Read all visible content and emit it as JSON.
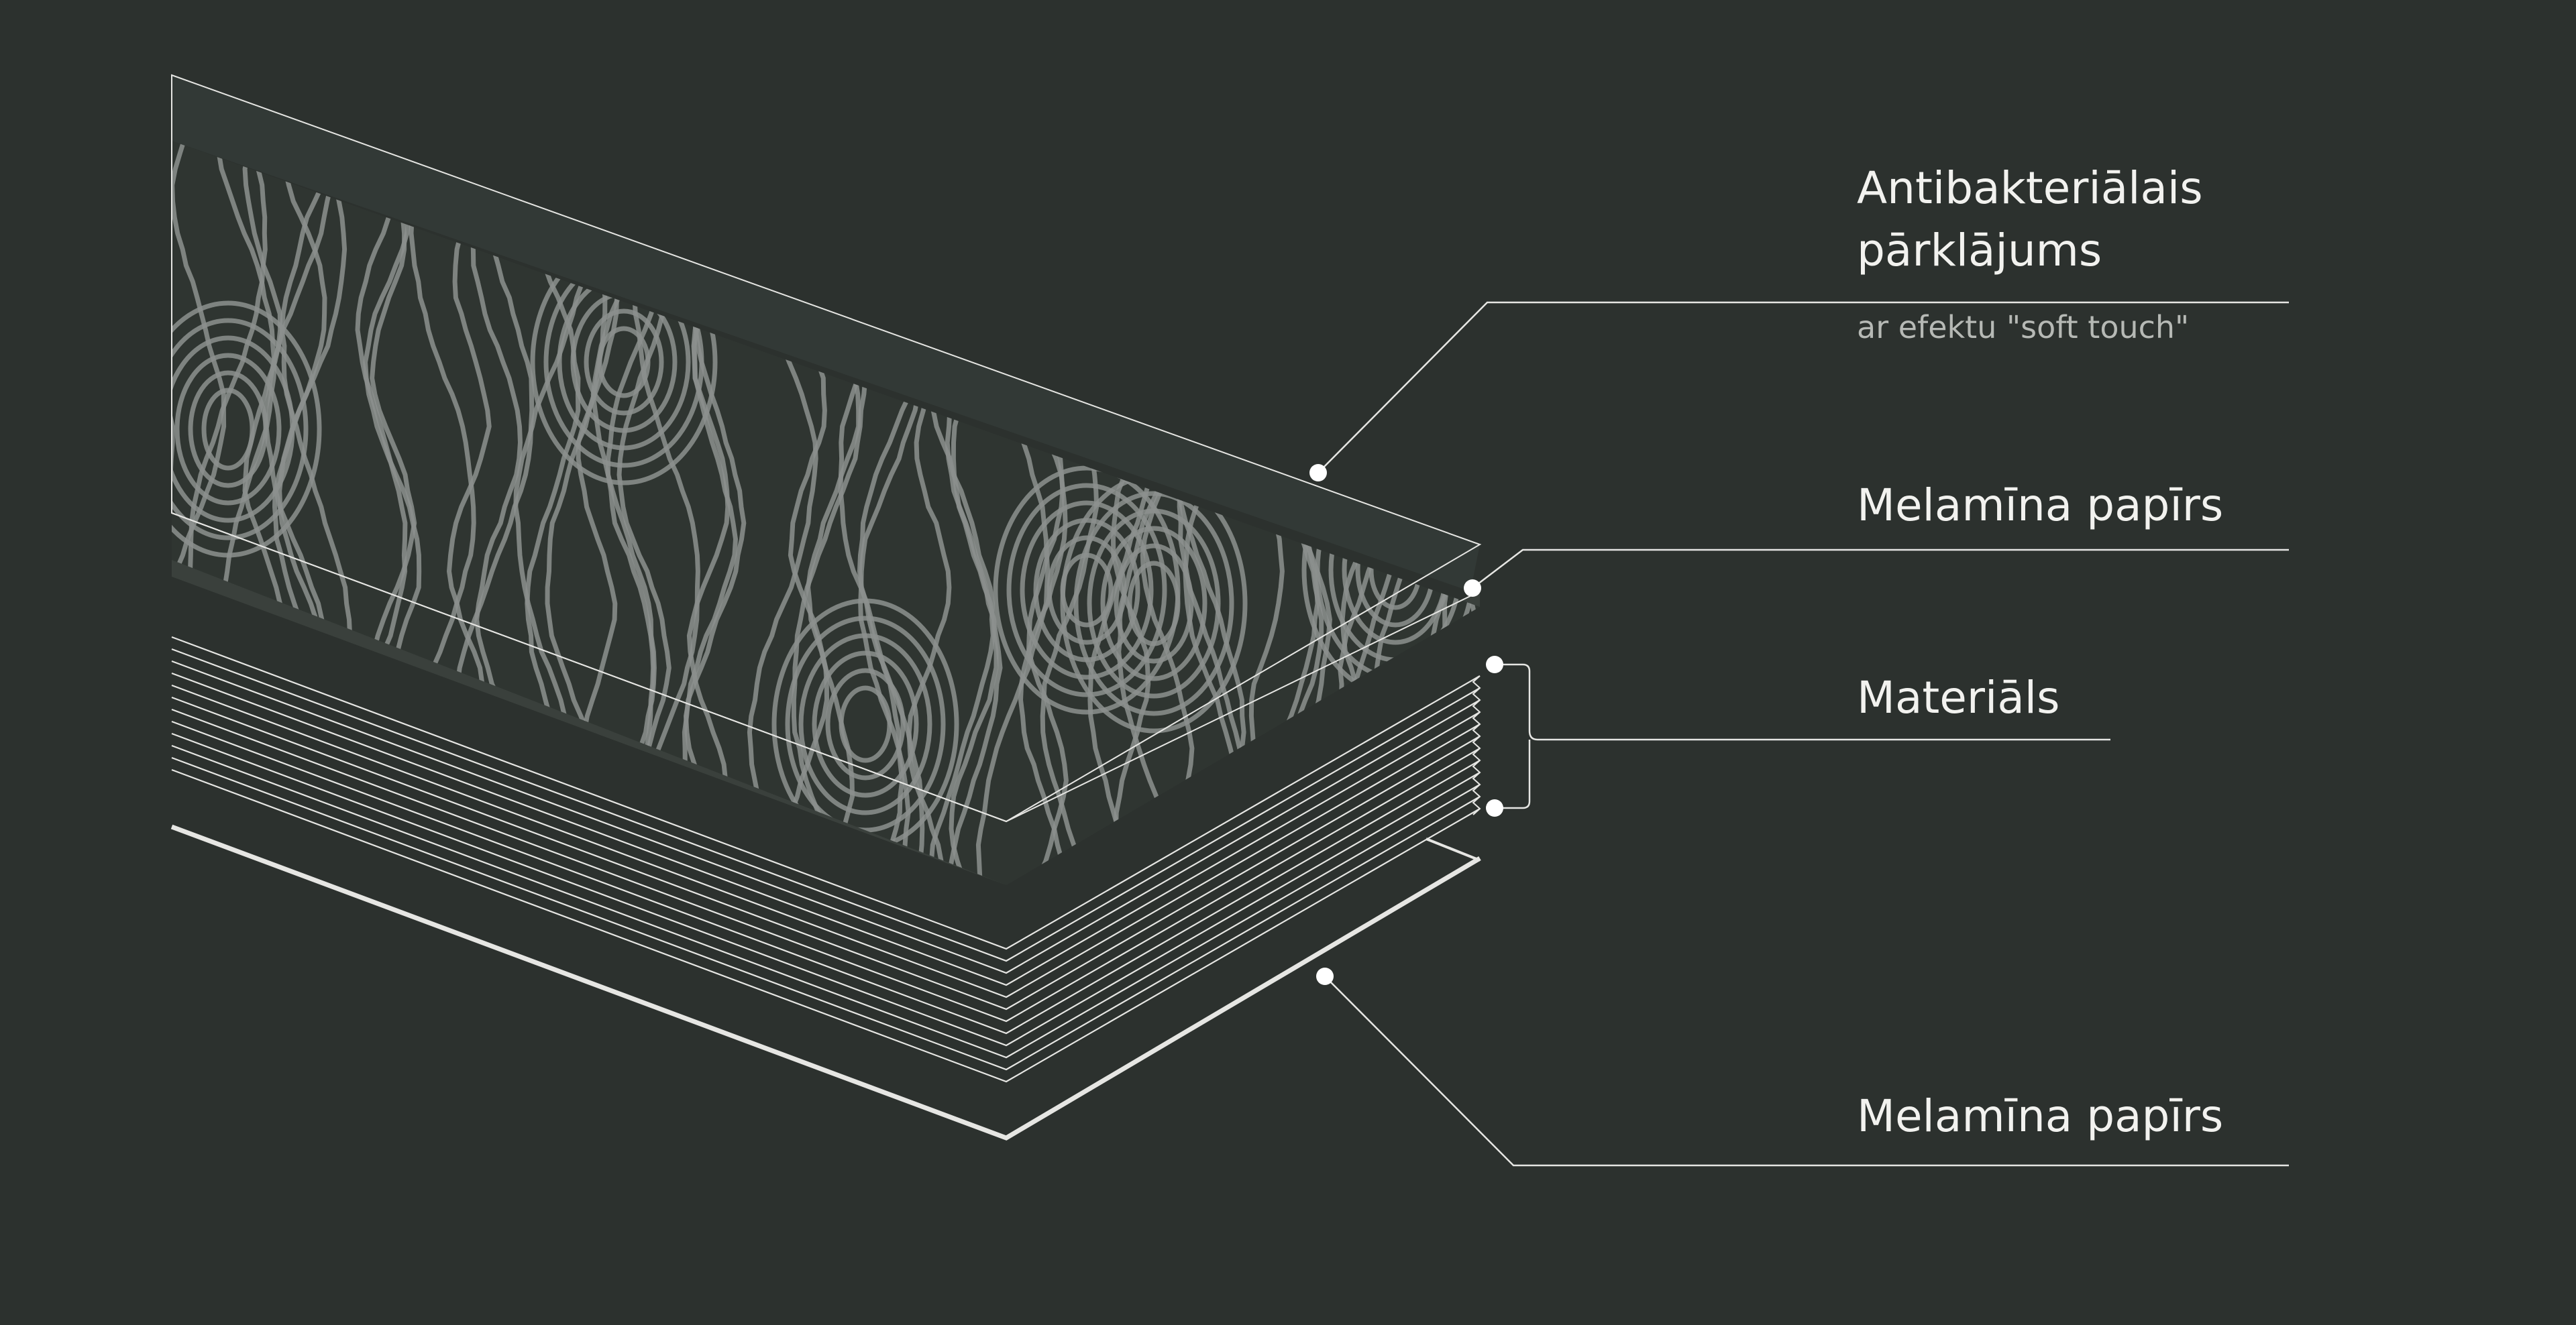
{
  "theme": {
    "background": "#2c312e",
    "line": "#e6e6e3",
    "text": "#f2f2ef",
    "subtext": "#b6b9b5",
    "wood_grain": "#8c918e",
    "top_layer_fill": "#343b37"
  },
  "labels": {
    "coating_line1": "Antibakteriālais",
    "coating_line2": "pārklājums",
    "coating_subtitle": "ar efektu \"soft touch\"",
    "melamine_top": "Melamīna papīrs",
    "material": "Materiāls",
    "melamine_bottom": "Melamīna papīrs"
  }
}
